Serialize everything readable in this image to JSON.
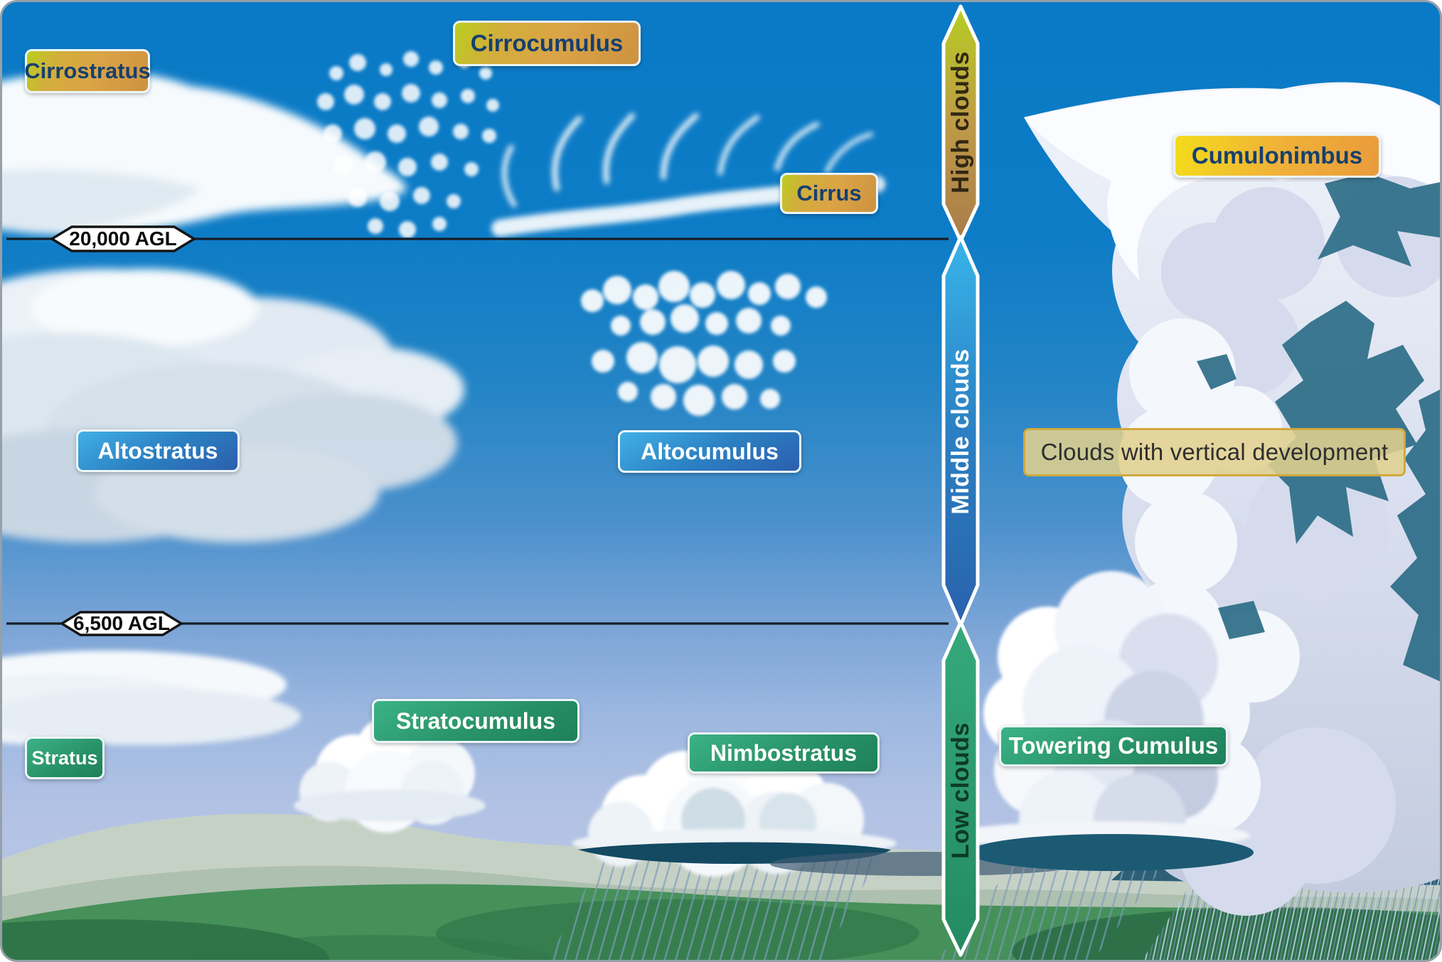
{
  "scene": {
    "type": "cloud-types-altitude-diagram"
  },
  "altitude_markers": {
    "upper": "20,000 AGL",
    "lower": "6,500 AGL"
  },
  "altitude_bands": {
    "high": "High clouds",
    "middle": "Middle clouds",
    "low": "Low clouds"
  },
  "cloud_labels": {
    "cirrostratus": "Cirrostratus",
    "cirrocumulus": "Cirrocumulus",
    "cirrus": "Cirrus",
    "altostratus": "Altostratus",
    "altocumulus": "Altocumulus",
    "stratus": "Stratus",
    "stratocumulus": "Stratocumulus",
    "nimbostratus": "Nimbostratus",
    "cumulonimbus": "Cumulonimbus",
    "towering_cumulus": "Towering Cumulus",
    "vertical_development": "Clouds with vertical development"
  },
  "colors": {
    "sky_top": "#0a7ac6",
    "sky_horizon": "#bdc9e6",
    "high_band_top": "#b5ce20",
    "high_band_bottom": "#a97c4a",
    "middle_band_top": "#38b4e9",
    "middle_band_bottom": "#2a62ac",
    "low_band_top": "#35a97b",
    "low_band_bottom": "#238a61",
    "gold_label": "#d9a445",
    "blue_label": "#2b80c2",
    "green_label": "#28916a",
    "tan_label": "#e0d08e",
    "ground_green": "#46905a",
    "line_color": "#161d26"
  }
}
